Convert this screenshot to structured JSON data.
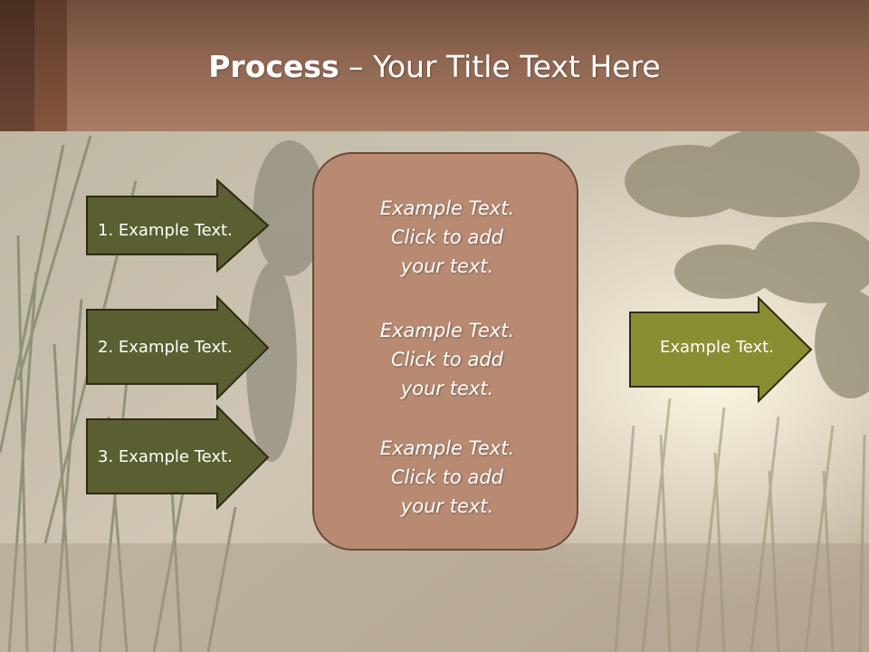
{
  "title": {
    "bold": "Process",
    "rest": " – Your Title Text Here"
  },
  "left_arrows": [
    {
      "label": "1. Example Text."
    },
    {
      "label": "2. Example Text."
    },
    {
      "label": "3. Example Text."
    }
  ],
  "center_box": {
    "blocks": [
      {
        "lines": [
          "Example Text.",
          "Click  to add",
          "your text."
        ]
      },
      {
        "lines": [
          "Example Text.",
          "Click  to add",
          "your text."
        ]
      },
      {
        "lines": [
          "Example Text.",
          "Click  to add",
          "your text."
        ]
      }
    ]
  },
  "right_arrow": {
    "label": "Example Text."
  },
  "colors": {
    "header": "#a87c64",
    "left_arrow_fill": "#5a5e30",
    "right_arrow_fill": "#8a8e32",
    "center_box_fill": "#b88a72",
    "border": "#2e2a14"
  }
}
